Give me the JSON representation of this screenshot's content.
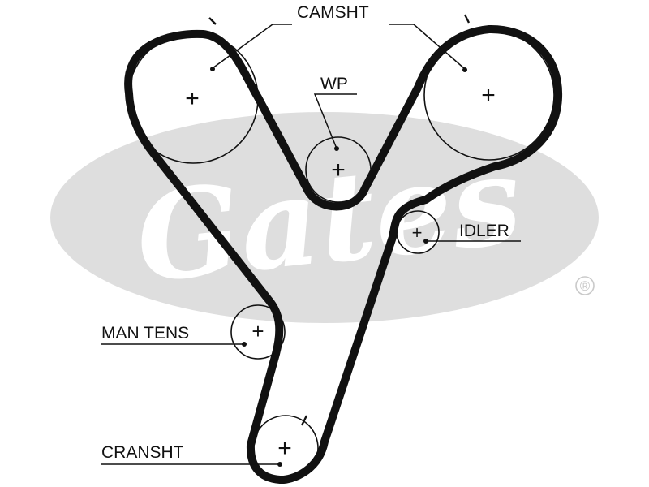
{
  "colors": {
    "background": "#ffffff",
    "belt": "#111111",
    "watermark_ellipse": "#dedede",
    "watermark_text": "#ffffff",
    "registered_mark": "#c9c9c9"
  },
  "watermark": {
    "text": "Gates",
    "registered": "®"
  },
  "labels": {
    "camshaft": "CAMSHT",
    "water_pump": "WP",
    "idler": "IDLER",
    "manual_tensioner": "MAN TENS",
    "crankshaft": "CRANSHT"
  },
  "center_mark": "+"
}
